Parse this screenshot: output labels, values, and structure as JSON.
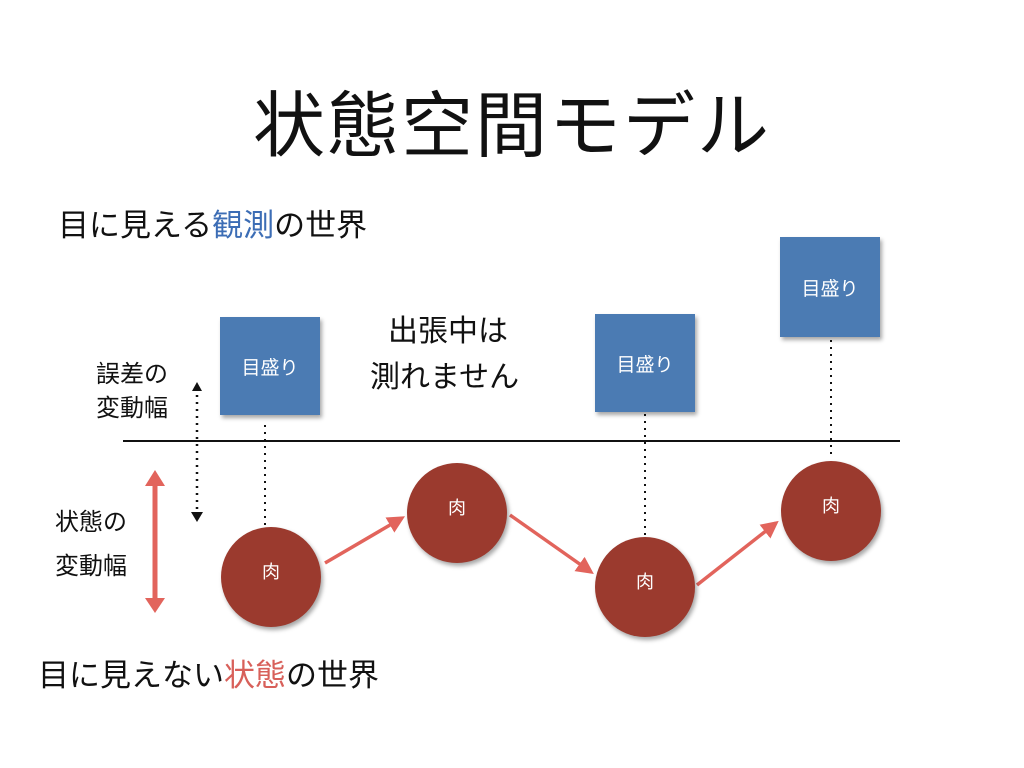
{
  "slide": {
    "title": "状態空間モデル",
    "observation_heading": {
      "prefix": "目に見える",
      "highlight": "観測",
      "suffix": "の世界"
    },
    "state_heading": {
      "prefix": "目に見えない",
      "highlight": "状態",
      "suffix": "の世界"
    },
    "error_range_label": [
      "誤差の",
      "変動幅"
    ],
    "state_range_label": [
      "状態の",
      "変動幅"
    ],
    "missing_note": [
      "出張中は",
      "測れません"
    ],
    "observation_boxes": [
      "目盛り",
      "目盛り",
      "目盛り"
    ],
    "state_nodes": [
      "肉",
      "肉",
      "肉",
      "肉"
    ],
    "colors": {
      "observation_accent": "#3c6db5",
      "state_accent": "#d8605a",
      "box_fill": "#4b7bb3",
      "node_fill": "#9b3a2e",
      "arrow": "#e2645c"
    }
  }
}
